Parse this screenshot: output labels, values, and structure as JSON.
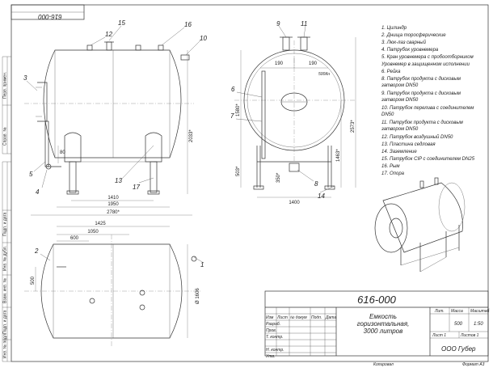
{
  "stamp_top": "616-000",
  "side_labels": [
    "Инв. № подл.",
    "Подп. и дата",
    "Взам. инв. №",
    "Инв. № дубл.",
    "Подп. и дата",
    "Справ. №",
    "Перв. примен."
  ],
  "callouts": {
    "front": [
      "15",
      "12",
      "16",
      "10",
      "3",
      "5",
      "4",
      "13",
      "17"
    ],
    "end": [
      "9",
      "11",
      "6",
      "7",
      "8",
      "14"
    ],
    "plan": [
      "2",
      "1"
    ]
  },
  "dims": {
    "front_80": "80",
    "front_2033": "2033*",
    "front_1410": "1410",
    "front_1950": "1950",
    "front_2780": "2780*",
    "end_190a": "190",
    "end_190b": "190",
    "end_500kn": "500Кн",
    "end_1580": "1580*",
    "end_2573": "2573*",
    "end_1463": "1463*",
    "end_503": "503*",
    "end_350": "350*",
    "end_1400": "1400",
    "plan_1425": "1425",
    "plan_1050": "1050",
    "plan_600": "600",
    "plan_500": "500",
    "plan_1606": "Ø 1606"
  },
  "parts_list": [
    "1.  Цилиндр",
    "2.  Днища торосферические",
    "3.  Люк-лаз сварный",
    "4.  Патрубок уровнемера",
    "5.  Кран уровнемера с пробоотборником",
    "     Уровнемер в защищенном исполнении",
    "6.  Рейка",
    "8.  Патрубок продукта с дисковым",
    "     затвором DN50",
    "9.  Патрубок продукта с дисковым",
    "     затвором DN50",
    "10. Патрубок перелива с соединителем",
    "      DN50",
    "11. Патрубок продукта с дисковым",
    "      затвором DN50",
    "12. Патрубок воздушный DN50",
    "13. Пластина седловая",
    "14. Заземление",
    "15. Патрубок CIP с соединителем DN25",
    "16. Рым",
    "17. Опора"
  ],
  "title_block": {
    "doc_number": "616-000",
    "name_line1": "Емкость",
    "name_line2": "горизонтальная,",
    "name_line3": "3000 литров",
    "col_headers": [
      "Изм",
      "Лист",
      "№ докум",
      "Подп.",
      "Дата"
    ],
    "row_labels": [
      "Разраб.",
      "Пров.",
      "Т. контр.",
      "Н. контр.",
      "Утв."
    ],
    "lit_label": "Лит.",
    "mass_label": "Масса",
    "scale_label": "Масштаб",
    "mass_value": "500",
    "scale_value": "1:50",
    "sheet_label": "Лист 1",
    "sheets_label": "Листов 1",
    "company": "ООО Губер",
    "copied": "Копировал",
    "format": "Формат А3"
  }
}
